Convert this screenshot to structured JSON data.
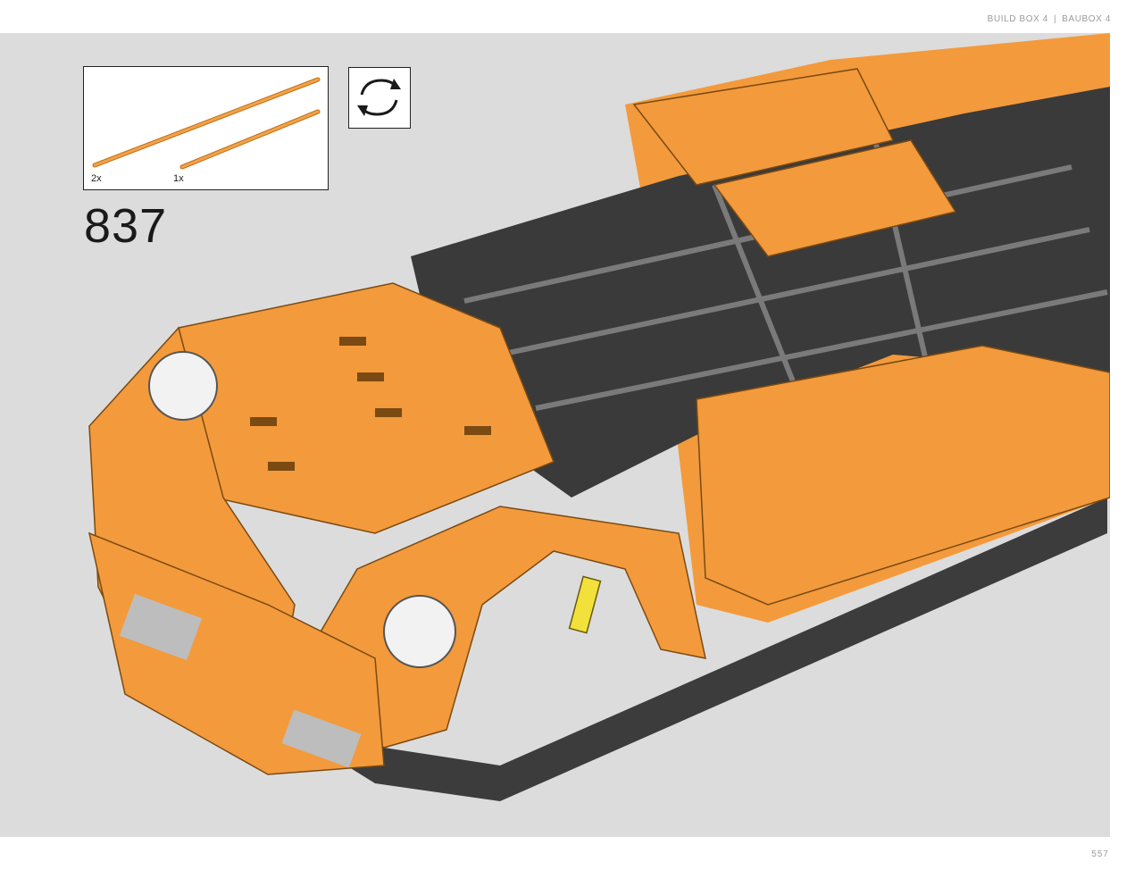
{
  "header": {
    "left": "BUILD BOX 4",
    "right": "BAUBOX 4"
  },
  "step": {
    "number": "837"
  },
  "parts": [
    {
      "name": "axle-long",
      "quantity": "2x"
    },
    {
      "name": "axle-short",
      "quantity": "1x"
    }
  ],
  "icons": {
    "rotate": "rotate-model-icon"
  },
  "colors": {
    "model_orange": "#f39a3c",
    "model_dark": "#3a3a3a",
    "background_panel": "#dcdcdc"
  },
  "page": {
    "number": "557"
  }
}
